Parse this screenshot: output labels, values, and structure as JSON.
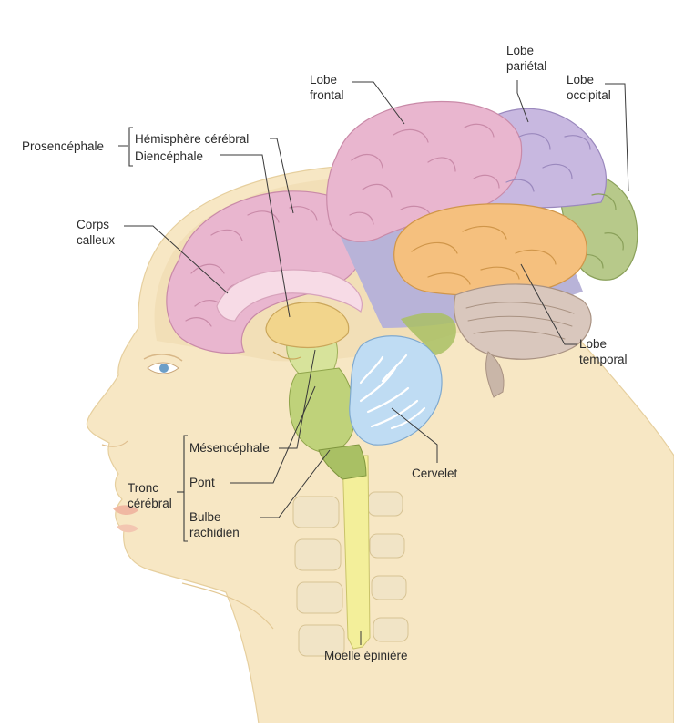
{
  "labels": {
    "lobe_frontal": [
      "Lobe",
      "frontal"
    ],
    "lobe_parietal": [
      "Lobe",
      "pariétal"
    ],
    "lobe_occipital": [
      "Lobe",
      "occipital"
    ],
    "prosencephale": "Prosencéphale",
    "hemisphere_cerebral": "Hémisphère cérébral",
    "diencephale": "Diencéphale",
    "corps_calleux": [
      "Corps",
      "calleux"
    ],
    "lobe_temporal": [
      "Lobe",
      "temporal"
    ],
    "mesencephale": "Mésencéphale",
    "tronc_cerebral": [
      "Tronc",
      "cérébral"
    ],
    "pont": "Pont",
    "cervelet": "Cervelet",
    "bulbe_rachidien": [
      "Bulbe",
      "rachidien"
    ],
    "moelle_epiniere": "Moelle épinière"
  },
  "colors": {
    "frontal": "#e9b6cf",
    "parietal": "#c8b8e0",
    "occipital": "#b7c98a",
    "temporal": "#f5c07e",
    "cerebellum": "#bfdcf3",
    "brainstem": "#c7d98c",
    "spinal_cord": "#f3ef9a",
    "skin": "#f7e7c4"
  }
}
